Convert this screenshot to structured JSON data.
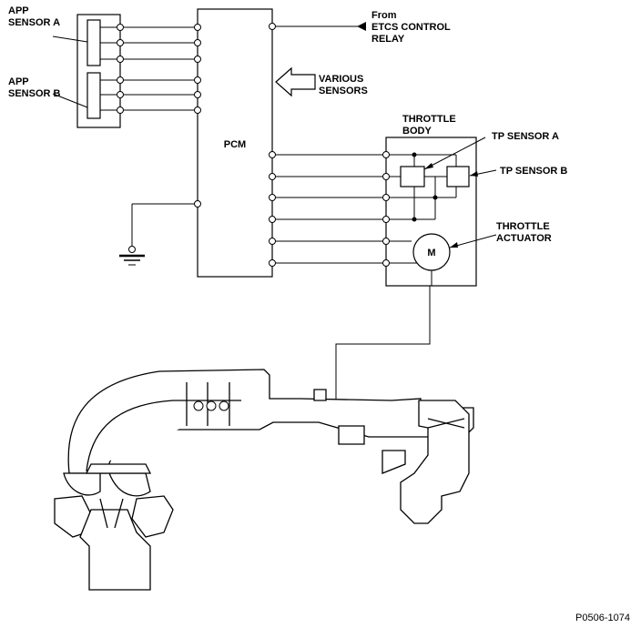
{
  "labels": {
    "app_sensor_a": [
      "APP",
      "SENSOR A"
    ],
    "app_sensor_b": [
      "APP",
      "SENSOR B"
    ],
    "pcm": "PCM",
    "from_relay": [
      "From",
      "ETCS CONTROL",
      "RELAY"
    ],
    "various_sensors": [
      "VARIOUS",
      "SENSORS"
    ],
    "throttle_body": [
      "THROTTLE",
      "BODY"
    ],
    "tp_sensor_a": "TP SENSOR A",
    "tp_sensor_b": "TP SENSOR B",
    "throttle_actuator": [
      "THROTTLE",
      "ACTUATOR"
    ],
    "motor": "M",
    "figure_id": "P0506-1074"
  },
  "colors": {
    "line": "#000000",
    "background": "#ffffff"
  }
}
